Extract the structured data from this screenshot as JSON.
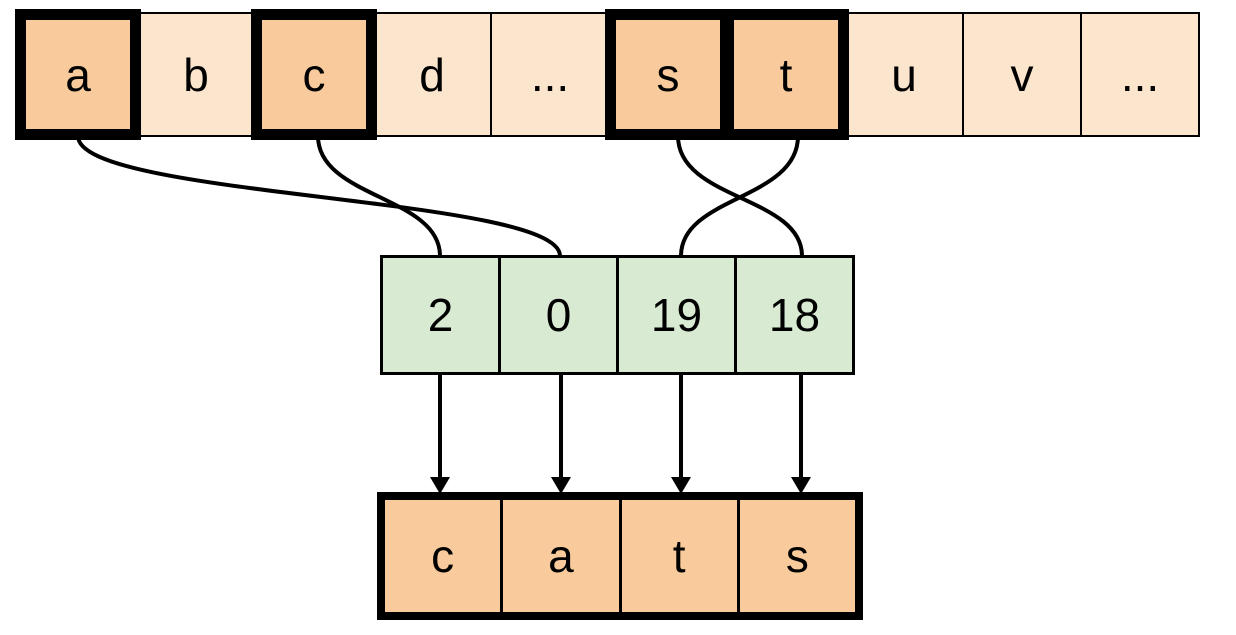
{
  "diagram": {
    "description": "Letters of the alphabet mapped to numeric indices spelling the word cats",
    "alphabet_row": {
      "cells": [
        {
          "label": "a",
          "highlighted": true
        },
        {
          "label": "b",
          "highlighted": false
        },
        {
          "label": "c",
          "highlighted": true
        },
        {
          "label": "d",
          "highlighted": false
        },
        {
          "label": "...",
          "highlighted": false
        },
        {
          "label": "s",
          "highlighted": true
        },
        {
          "label": "t",
          "highlighted": true
        },
        {
          "label": "u",
          "highlighted": false
        },
        {
          "label": "v",
          "highlighted": false
        },
        {
          "label": "...",
          "highlighted": false
        }
      ]
    },
    "index_row": {
      "cells": [
        {
          "value": "2"
        },
        {
          "value": "0"
        },
        {
          "value": "19"
        },
        {
          "value": "18"
        }
      ]
    },
    "word_row": {
      "cells": [
        {
          "letter": "c"
        },
        {
          "letter": "a"
        },
        {
          "letter": "t"
        },
        {
          "letter": "s"
        }
      ]
    },
    "connections": [
      {
        "from_letter": "a",
        "to_index_value": "0"
      },
      {
        "from_letter": "c",
        "to_index_value": "2"
      },
      {
        "from_letter": "s",
        "to_index_value": "18"
      },
      {
        "from_letter": "t",
        "to_index_value": "19"
      }
    ],
    "colors": {
      "cell_light": "#FCE5CD",
      "cell_highlight": "#F9CB9C",
      "cell_index": "#D9EAD3",
      "stroke": "#000000"
    }
  }
}
